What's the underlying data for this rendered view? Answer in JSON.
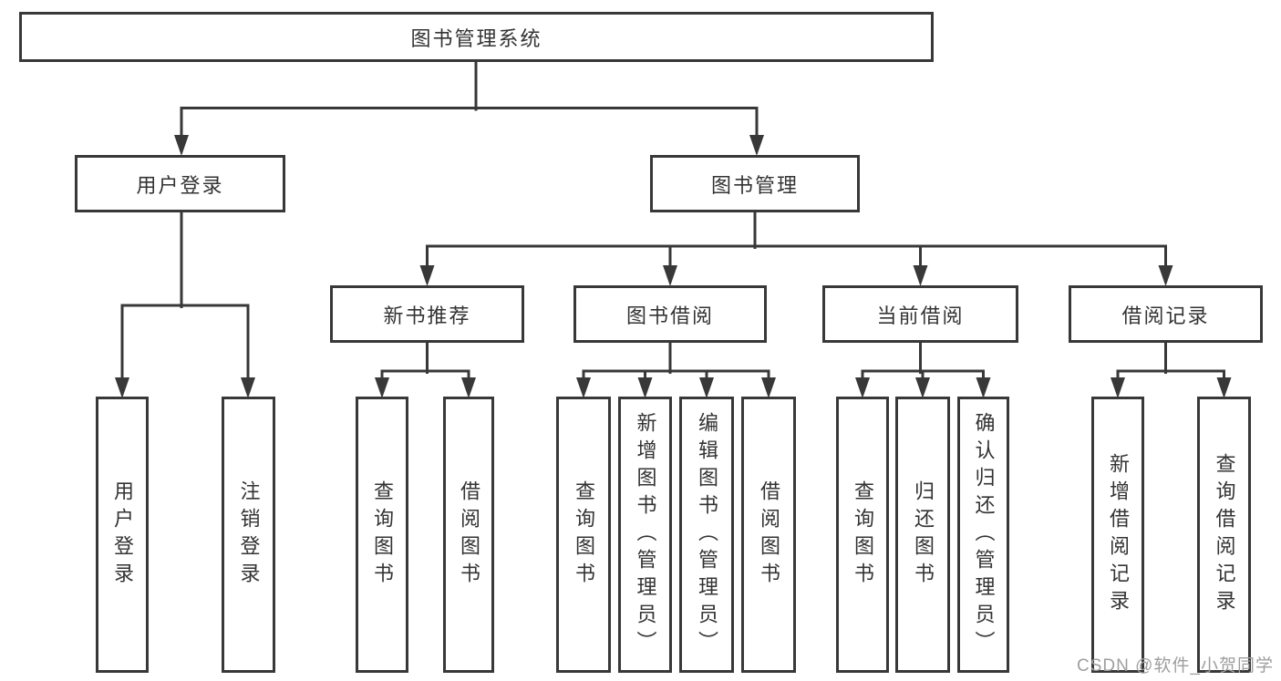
{
  "diagram": {
    "title": "图书管理系统",
    "root": {
      "label": "图书管理系统"
    },
    "level2": [
      {
        "label": "用户登录"
      },
      {
        "label": "图书管理"
      }
    ],
    "level3": [
      {
        "label": "新书推荐"
      },
      {
        "label": "图书借阅"
      },
      {
        "label": "当前借阅"
      },
      {
        "label": "借阅记录"
      }
    ],
    "leaves": {
      "user_login": [
        {
          "label": "用户登录"
        },
        {
          "label": "注销登录"
        }
      ],
      "new_book": [
        {
          "label": "查询图书"
        },
        {
          "label": "借阅图书"
        }
      ],
      "book_borrow": [
        {
          "label": "查询图书"
        },
        {
          "label": "新增图书（管理员）"
        },
        {
          "label": "编辑图书（管理员）"
        },
        {
          "label": "借阅图书"
        }
      ],
      "current_borrow": [
        {
          "label": "查询图书"
        },
        {
          "label": "归还图书"
        },
        {
          "label": "确认归还（管理员）"
        }
      ],
      "borrow_record": [
        {
          "label": "新增借阅记录"
        },
        {
          "label": "查询借阅记录"
        }
      ]
    }
  },
  "watermark": {
    "text": "CSDN @软件_小贺同学"
  },
  "colors": {
    "line": "#383838",
    "text": "#333333",
    "watermark": "#9e9e9e",
    "background": "#ffffff"
  }
}
